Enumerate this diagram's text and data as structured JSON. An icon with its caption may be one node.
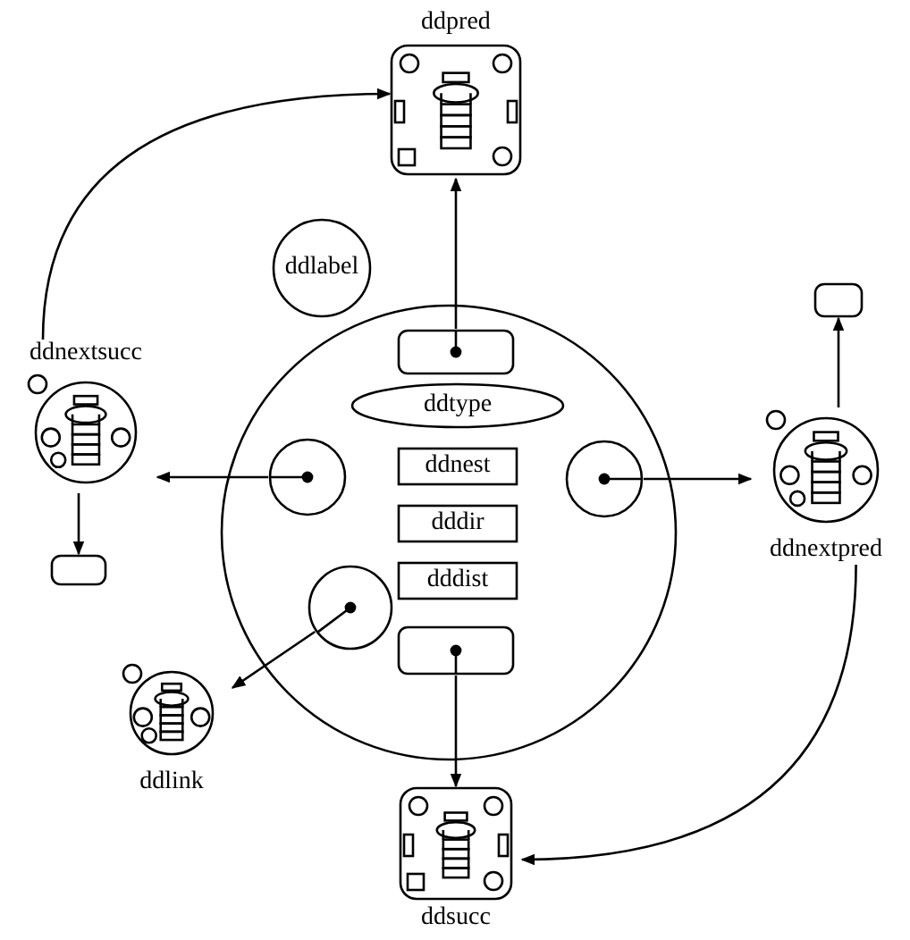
{
  "diagram": {
    "nodes": [
      {
        "text": [
          "ddpred"
        ]
      },
      {
        "text": [
          "ddlabel"
        ]
      },
      {
        "text": [],
        "shape": "box"
      },
      {
        "text": [],
        "shape": "circle"
      },
      {
        "text": [],
        "shape": "box",
        "in": 3
      },
      {
        "text": [
          "ddtype"
        ],
        "in": 3
      },
      {
        "text": [],
        "shape": "circle",
        "in": 3
      },
      {
        "text": [],
        "shape": "circle",
        "in": 3
      },
      {
        "text": [
          "ddnest"
        ],
        "in": 3
      },
      {
        "text": [
          "dddir"
        ],
        "in": 3
      },
      {
        "text": [],
        "shape": "circle",
        "in": 3
      },
      {
        "text": [
          "dddist"
        ],
        "in": 3
      },
      {
        "text": [],
        "shape": "box",
        "in": 3
      },
      {
        "text": [
          "ddnextsucc"
        ]
      },
      {
        "text": [
          "ddnextpred"
        ]
      },
      {
        "text": [],
        "shape": "box"
      },
      {
        "text": [
          "ddlink"
        ]
      },
      {
        "text": [
          "ddsucc"
        ]
      }
    ],
    "edges": [
      {
        "from": 4,
        "to": 0,
        "arrow": "to"
      },
      {
        "from": 13,
        "to": 0,
        "arrow": "to"
      },
      {
        "from": 6,
        "to": 13,
        "arrow": "to"
      },
      {
        "from": 7,
        "to": 14,
        "arrow": "to"
      },
      {
        "from": 10,
        "to": 16,
        "arrow": "to"
      },
      {
        "from": 12,
        "to": 17,
        "arrow": "to"
      },
      {
        "from": 13,
        "to": 15,
        "arrow": "to"
      },
      {
        "from": 14,
        "to": 2,
        "arrow": "to"
      },
      {
        "from": 14,
        "to": 17,
        "arrow": "to"
      }
    ]
  }
}
